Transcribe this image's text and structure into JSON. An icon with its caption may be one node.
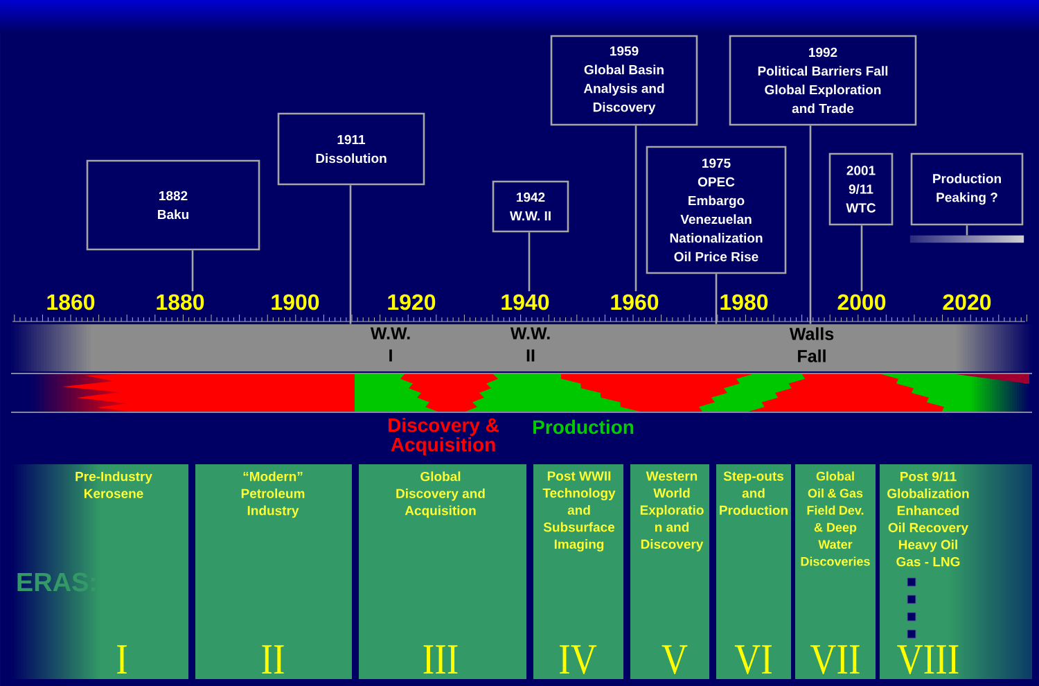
{
  "diagram": {
    "nodes": [
      {
        "text": [
          "1882",
          "Baku"
        ]
      },
      {
        "text": [
          "1911",
          "Dissolution"
        ]
      },
      {
        "text": [
          "1942",
          "W.W. II"
        ]
      },
      {
        "text": [
          "1959",
          "Global Basin Analysis and Discovery"
        ]
      },
      {
        "text": [
          "1975",
          "OPEC Embargo Venezuelan Nationalization Oil Price Rise"
        ]
      },
      {
        "text": [
          "1992",
          "Political Barriers Fall Global Exploration and Trade"
        ]
      },
      {
        "text": [
          "2001",
          "9/11 WTC"
        ]
      },
      {
        "text": [
          "Production Peaking ?"
        ]
      },
      {
        "text": [],
        "shape": "bar"
      },
      {
        "text": [
          "W.W. I",
          "W.W. II",
          "Walls Fall"
        ]
      },
      {
        "text": [
          "1880"
        ]
      },
      {
        "text": [
          "1940"
        ]
      },
      {
        "text": [
          "1960"
        ]
      },
      {
        "text": [
          "2000"
        ]
      },
      {
        "text": [
          "Pre-Industry Kerosene",
          "I"
        ]
      },
      {
        "text": [
          "“Modern” Petroleum Industry",
          "II"
        ]
      },
      {
        "text": [
          "Global Discovery and Acquisition",
          "III"
        ]
      },
      {
        "text": [
          "Post WWII Technology and Subsurface Imaging",
          "IV"
        ]
      },
      {
        "text": [
          "Western World Exploratio n and Discovery",
          "V"
        ]
      },
      {
        "text": [
          "Step-outs and Production",
          "VI"
        ]
      },
      {
        "text": [
          "Global Oil & Gas Field Dev. & Deep Water Discoveries",
          "VII"
        ]
      },
      {
        "text": [
          "Post 9/11 Globalization Enhanced Oil Recovery Heavy Oil Gas - LNG",
          "VIII"
        ]
      }
    ],
    "edges": [
      {
        "from": 0,
        "to": 10,
        "arrow": "none"
      },
      {
        "from": 1,
        "to": 9,
        "arrow": "none"
      },
      {
        "from": 2,
        "to": 11,
        "arrow": "none"
      },
      {
        "from": 3,
        "to": 12,
        "arrow": "none"
      },
      {
        "from": 4,
        "to": 9,
        "arrow": "none"
      },
      {
        "from": 5,
        "to": 9,
        "arrow": "none"
      },
      {
        "from": 6,
        "to": 13,
        "arrow": "none"
      },
      {
        "from": 7,
        "to": 8,
        "arrow": "none"
      }
    ],
    "labels": [
      "1860",
      "1900",
      "1920",
      "1980",
      "2020",
      "Discovery & Acquisition",
      "Production",
      "ERAS:"
    ]
  }
}
